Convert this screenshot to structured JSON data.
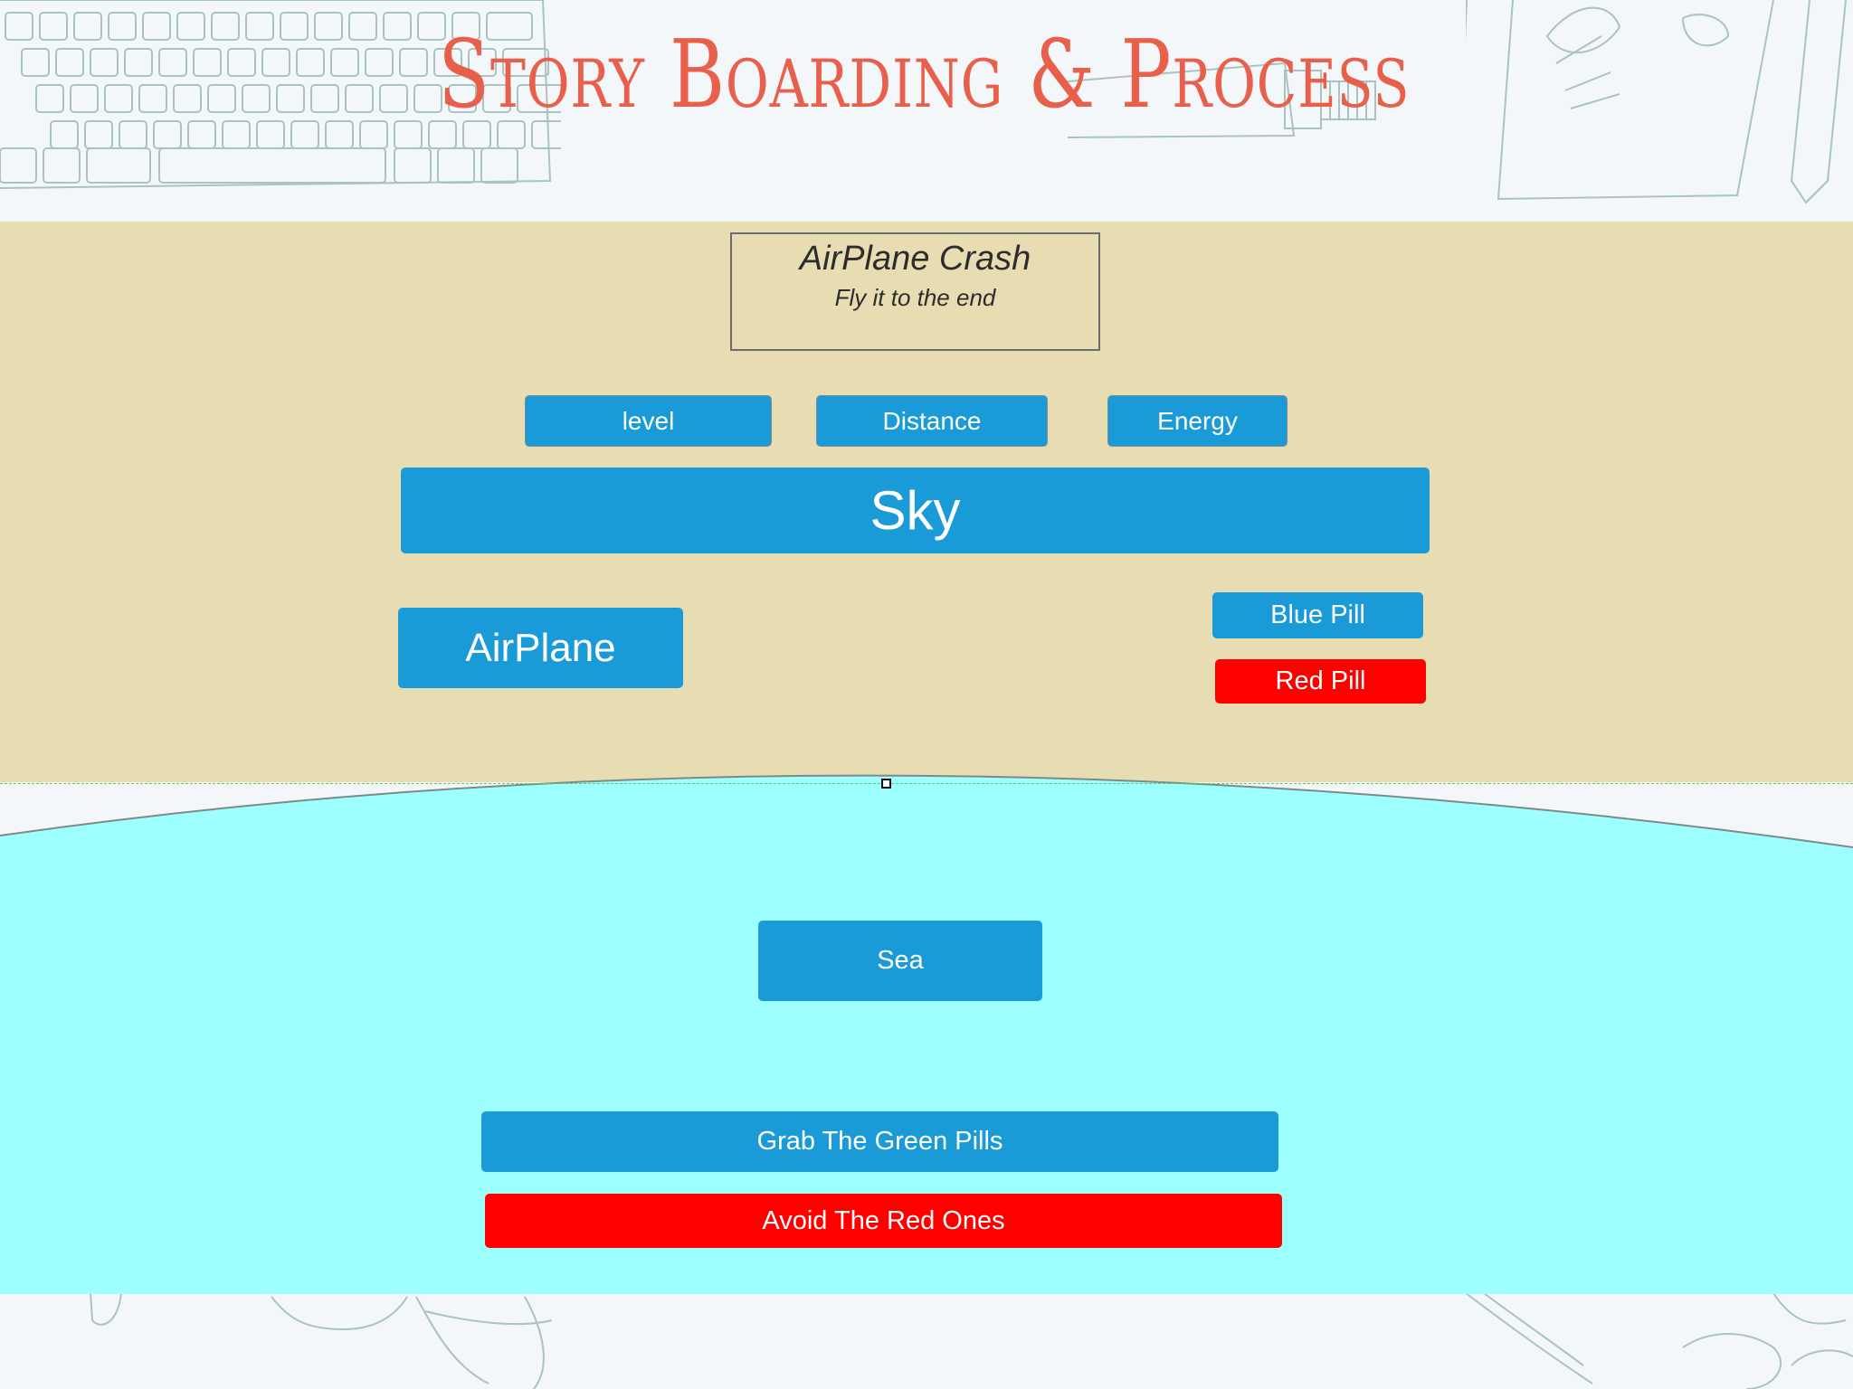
{
  "slide": {
    "title": "Story Boarding & Process"
  },
  "storyboard": {
    "header": {
      "title": "AirPlane Crash",
      "subtitle": "Fly it to the end"
    },
    "hud": {
      "level_label": "level",
      "distance_label": "Distance",
      "energy_label": "Energy"
    },
    "sky_label": "Sky",
    "airplane_label": "AirPlane",
    "blue_pill_label": "Blue Pill",
    "red_pill_label": "Red Pill",
    "sea_label": "Sea",
    "instructions": {
      "grab_label": "Grab The Green Pills",
      "avoid_label": "Avoid The Red Ones"
    }
  },
  "colors": {
    "title": "#e8604c",
    "sand": "#e8dcb2",
    "sea": "#9dfffe",
    "button_blue": "#1a9bd7",
    "button_red": "#ff0000",
    "guide": "#56d456"
  },
  "icons": [
    "keyboard-doodle-icon",
    "tube-doodle-icon",
    "notebook-doodle-icon",
    "glasses-doodle-icon",
    "pencil-doodle-icon"
  ]
}
